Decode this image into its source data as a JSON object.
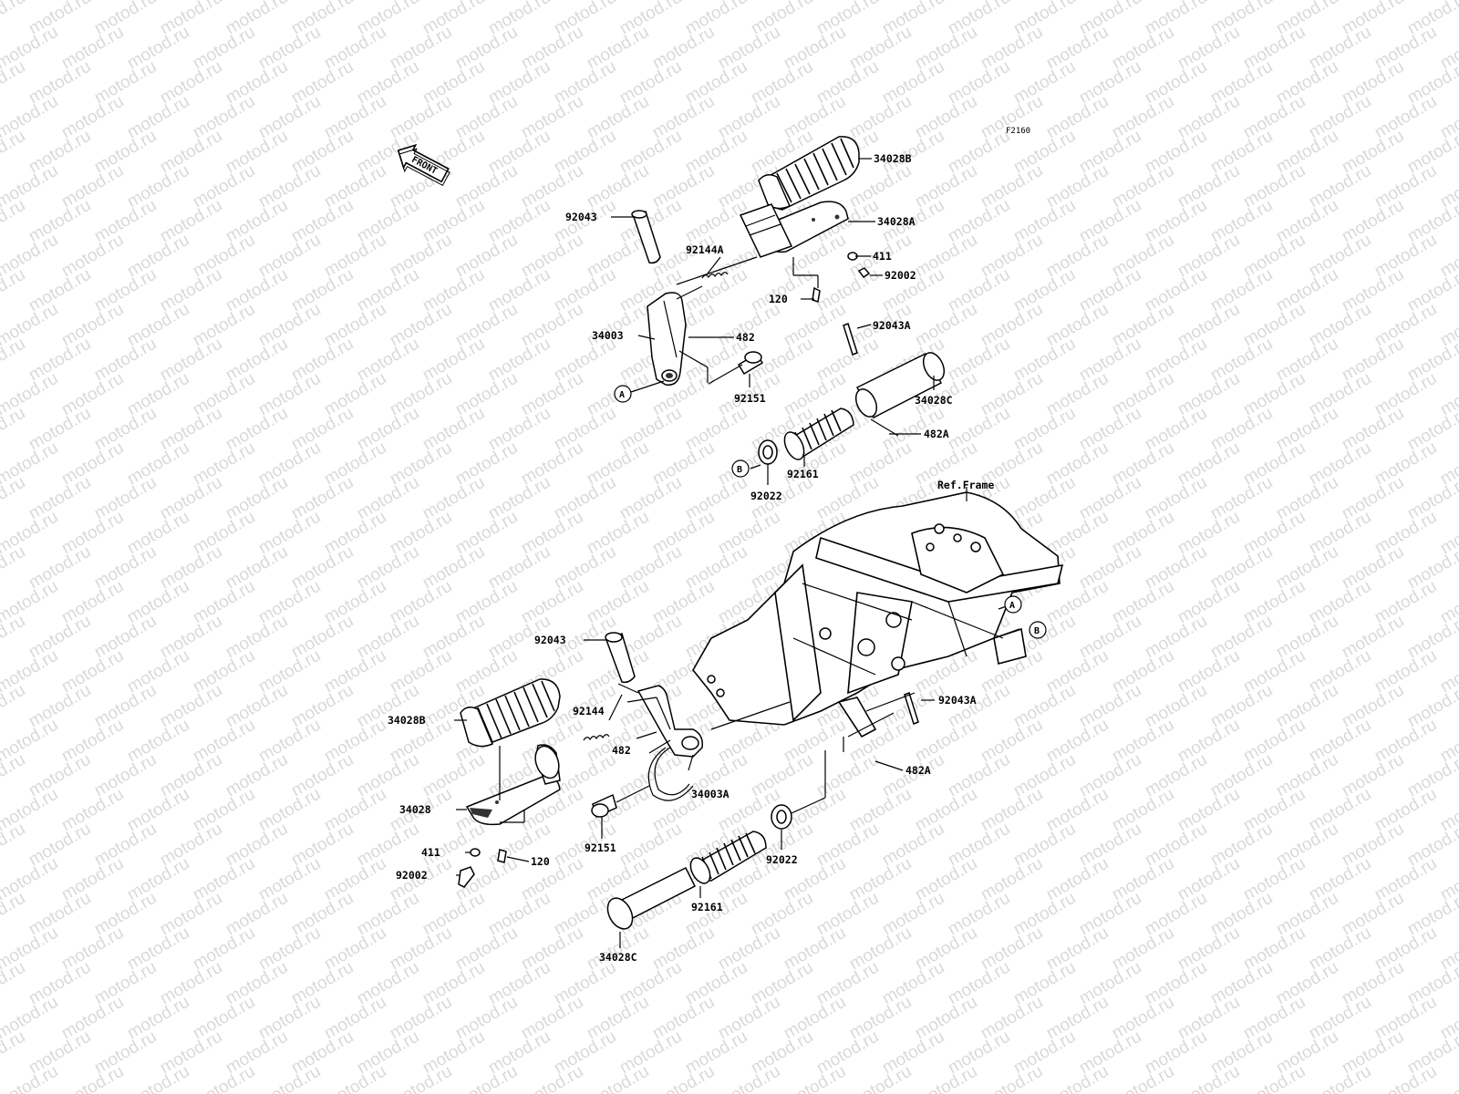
{
  "watermark": {
    "text": "motod.ru",
    "color": "#d9d9d9"
  },
  "figure_code": "F2160",
  "front_arrow": {
    "text": "FRONT"
  },
  "ref_frame": "Ref.Frame",
  "ref_marks": [
    "A",
    "B"
  ],
  "parts": {
    "p34028B_top": "34028B",
    "p34028A": "34028A",
    "p411_top": "411",
    "p92002_top": "92002",
    "p120_top": "120",
    "p92043_top": "92043",
    "p92144A": "92144A",
    "p34003": "34003",
    "p482_top": "482",
    "p92151_top": "92151",
    "p92043A_top": "92043A",
    "p34028C_top": "34028C",
    "p482A_top": "482A",
    "p92161_top": "92161",
    "p92022_top": "92022",
    "p92043_bot": "92043",
    "p92144": "92144",
    "p34028B_bot": "34028B",
    "p482_bot": "482",
    "p34003A": "34003A",
    "p34028": "34028",
    "p411_bot": "411",
    "p120_bot": "120",
    "p92002_bot": "92002",
    "p92151_bot": "92151",
    "p92043A_bot": "92043A",
    "p482A_bot": "482A",
    "p92022_bot": "92022",
    "p92161_bot": "92161",
    "p34028C_bot": "34028C"
  }
}
